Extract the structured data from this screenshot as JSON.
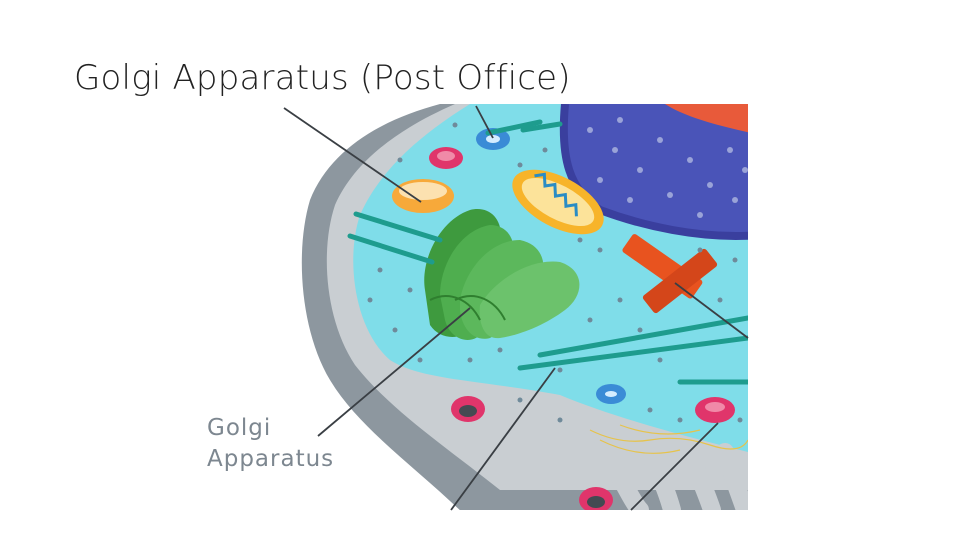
{
  "slide": {
    "title": "Golgi Apparatus (Post Office)"
  },
  "diagram": {
    "subject": "animal cell cross-section",
    "callout": {
      "line1": "Golgi",
      "line2": "Apparatus"
    },
    "colors": {
      "cytoplasm": "#7fdde9",
      "membrane_outer": "#8d979f",
      "membrane_inner": "#c9ced2",
      "golgi": "#5cb85c",
      "nucleus": "#4a54b8",
      "nucleus_envelope": "#3a3f9e",
      "mitochondrion": "#f7b42a",
      "vesicle": "#f7a93a",
      "lysosome": "#e0356b",
      "centrosome": "#e8531f",
      "er": "#1e9c8e",
      "ribosome_dot": "#6f8a9a"
    }
  }
}
